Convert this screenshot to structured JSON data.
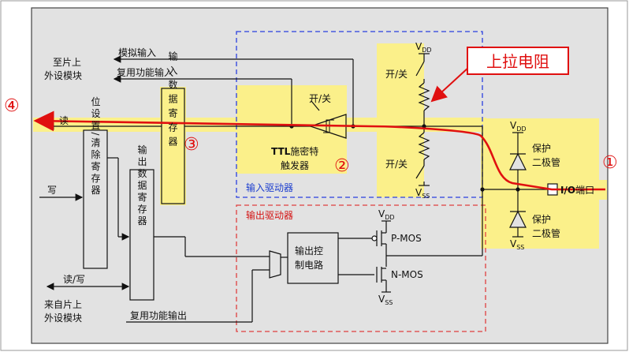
{
  "labels": {
    "to_peripheral_1": "至片上",
    "to_peripheral_2": "外设模块",
    "analog_input": "模拟输入",
    "alt_func_input": "复用功能输入",
    "read": "读",
    "write": "写",
    "read_write": "读/写",
    "from_peripheral_1": "来自片上",
    "from_peripheral_2": "外设模块",
    "alt_func_output": "复用功能输出",
    "bit_set_reset_reg": "位设置/清除寄存器",
    "output_data_reg": "输出数据寄存器",
    "input_data_reg": "输入数据寄存器",
    "on_off_1": "开/关",
    "on_off_2": "开/关",
    "on_off_3": "开/关",
    "ttl_schmitt_1a": "TTL",
    "ttl_schmitt_1b": "施密特",
    "ttl_schmitt_2": "触发器",
    "input_driver": "输入驱动器",
    "output_driver": "输出驱动器",
    "output_control_1": "输出控",
    "output_control_2": "制电路",
    "vdd_top": "V",
    "vss_mid": "V",
    "vdd_diode": "V",
    "vss_diode": "V",
    "vdd_mos": "V",
    "vss_mos": "V",
    "sub_dd": "DD",
    "sub_ss": "SS",
    "pmos": "P-MOS",
    "nmos": "N-MOS",
    "protect_1a": "保护",
    "protect_1b": "二极管",
    "protect_2a": "保护",
    "protect_2b": "二极管",
    "io_port": "I/O",
    "io_port_suffix": "端口",
    "pullup_resistor": "上拉电阻"
  },
  "markers": {
    "m1": "①",
    "m2": "②",
    "m3": "③",
    "m4": "④"
  },
  "colors": {
    "highlight": "#fbf08a",
    "red": "#e01010",
    "blue_dash": "#2a3fe0",
    "red_dash": "#e04040",
    "chip_bg": "#e2e2e2"
  }
}
